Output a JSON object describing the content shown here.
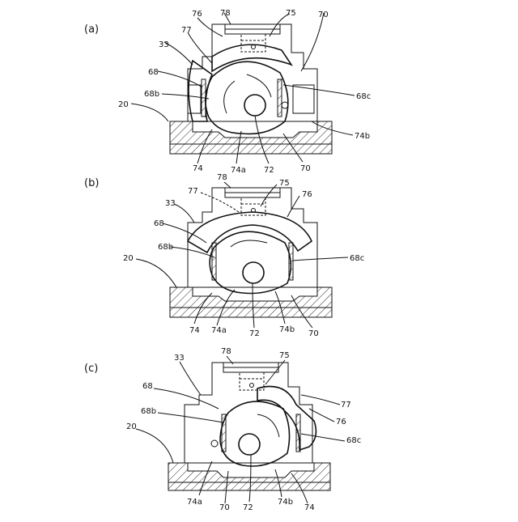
{
  "panels": [
    {
      "id": "a",
      "panel_label": "(a)",
      "labels": [
        "76",
        "78",
        "75",
        "70",
        "77",
        "33",
        "68",
        "68b",
        "68c",
        "20",
        "74b",
        "74",
        "74a",
        "72",
        "70"
      ]
    },
    {
      "id": "b",
      "panel_label": "(b)",
      "labels": [
        "78",
        "75",
        "77",
        "76",
        "33",
        "68",
        "68b",
        "68c",
        "20",
        "74",
        "74a",
        "72",
        "74b",
        "70"
      ]
    },
    {
      "id": "c",
      "panel_label": "(c)",
      "labels": [
        "78",
        "75",
        "33",
        "68",
        "77",
        "68b",
        "76",
        "20",
        "68c",
        "74a",
        "70",
        "72",
        "74b",
        "74"
      ]
    }
  ]
}
